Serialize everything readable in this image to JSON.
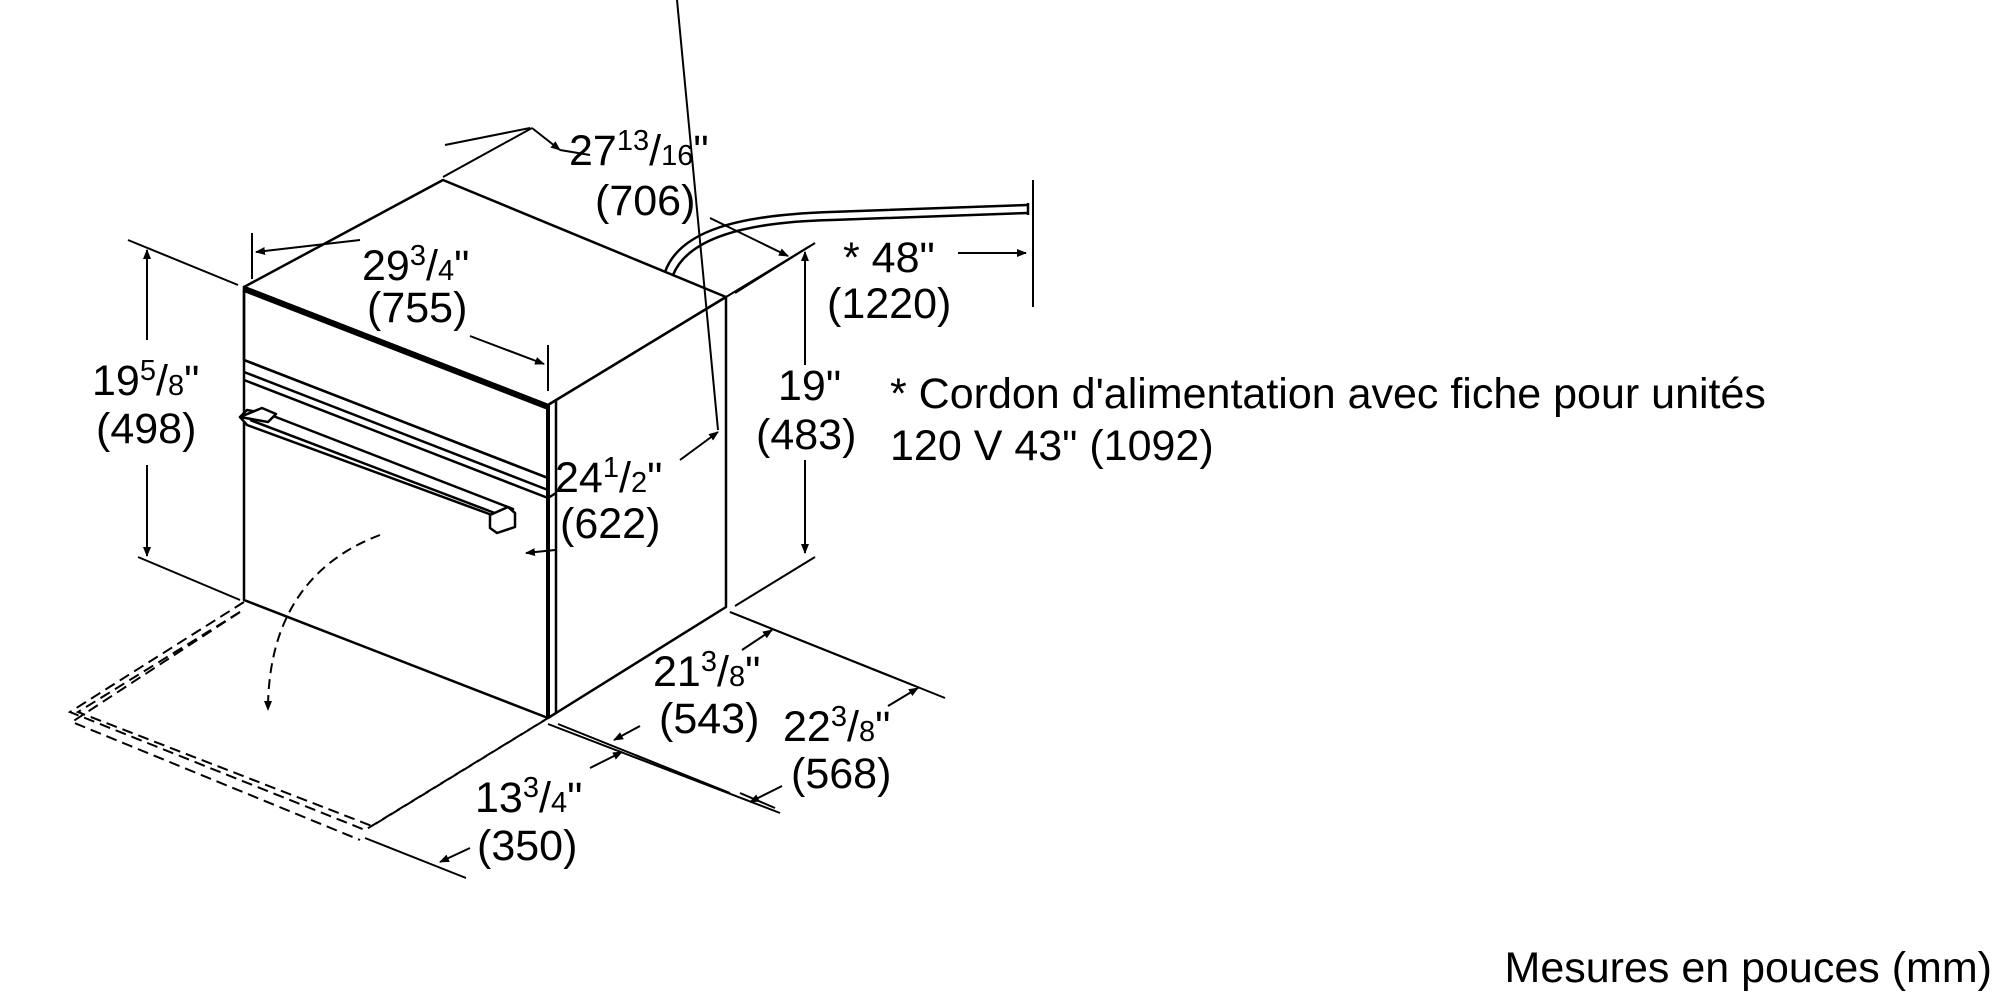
{
  "dimensions": {
    "depth_overall": {
      "whole": "27",
      "num": "13",
      "den": "16",
      "unit": "\"",
      "mm": "(706)"
    },
    "width_top": {
      "whole": "29",
      "num": "3",
      "den": "4",
      "unit": "\"",
      "mm": "(755)"
    },
    "height_front": {
      "whole": "19",
      "num": "5",
      "den": "8",
      "unit": "\"",
      "mm": "(498)"
    },
    "cord_length": {
      "label": "* 48\"",
      "mm": "(1220)"
    },
    "height_body": {
      "label": "19\"",
      "mm": "(483)"
    },
    "width_body": {
      "whole": "24",
      "num": "1",
      "den": "2",
      "unit": "\"",
      "mm": "(622)"
    },
    "depth_body": {
      "whole": "21",
      "num": "3",
      "den": "8",
      "unit": "\"",
      "mm": "(543)"
    },
    "depth_total": {
      "whole": "22",
      "num": "3",
      "den": "8",
      "unit": "\"",
      "mm": "(568)"
    },
    "door_open": {
      "whole": "13",
      "num": "3",
      "den": "4",
      "unit": "\"",
      "mm": "(350)"
    }
  },
  "note": {
    "line1": "* Cordon d'alimentation avec fiche pour unités",
    "line2": "120 V 43\" (1092)"
  },
  "footer": "Mesures en pouces (mm)"
}
